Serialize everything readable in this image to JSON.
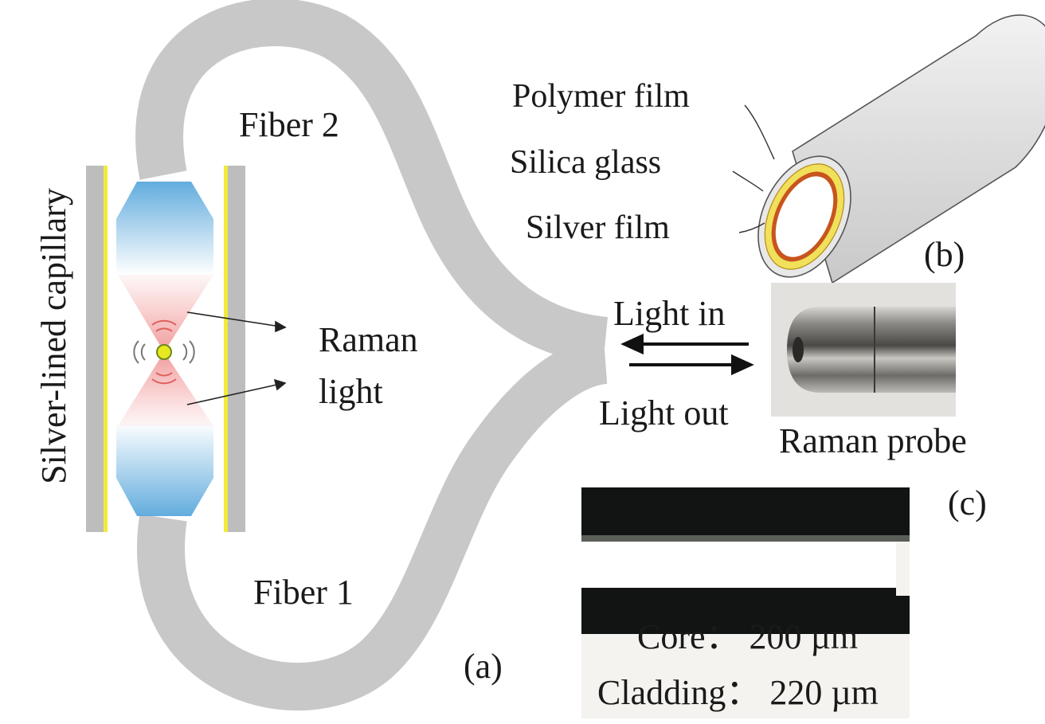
{
  "labels": {
    "fiber_2": "Fiber 2",
    "fiber_1": "Fiber 1",
    "capillary": "Silver-lined capillary",
    "raman_light_line1": "Raman",
    "raman_light_line2": "light",
    "polymer_film": "Polymer film",
    "silica_glass": "Silica glass",
    "silver_film": "Silver film",
    "panel_a": "(a)",
    "panel_b": "(b)",
    "panel_c": "(c)",
    "light_in": "Light in",
    "light_out": "Light out",
    "raman_probe": "Raman probe",
    "core": "Core： 200 µm",
    "cladding": "Cladding： 220 µm"
  },
  "colors": {
    "fiber": "#c8c8c8",
    "capillary_wall": "#bdbdbd",
    "silver_lining": "#f2ea3a",
    "excitation_light": "#5aa8dc",
    "raman_light": "#f4a7a7",
    "particle": "#e8e820",
    "silver_layer": "#c8541e",
    "silica_layer": "#f0e05a"
  }
}
